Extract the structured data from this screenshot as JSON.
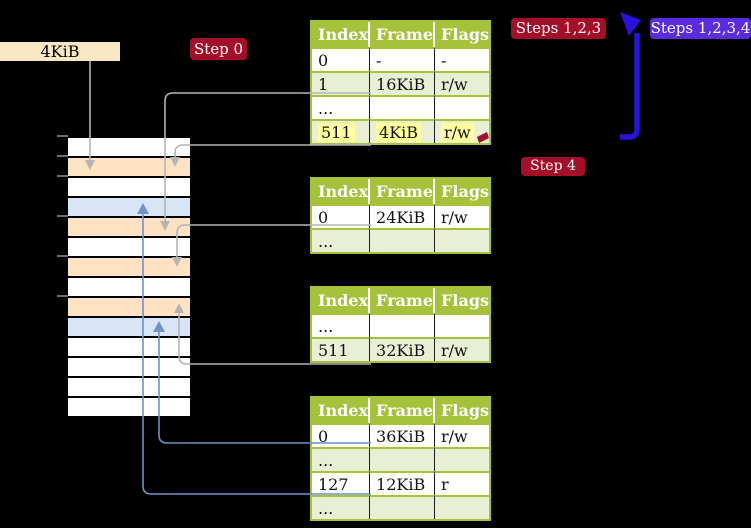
{
  "labels": {
    "page_size": "4KiB",
    "step0": "Step 0",
    "steps123": "Steps 1,2,3",
    "steps1234": "Steps 1,2,3,4",
    "step4": "Step 4"
  },
  "colors": {
    "badge_red": "#a30e28",
    "badge_violet": "#5b2be0",
    "arrow_blue": "#2a12dc",
    "connector_gray": "#b5b5b5",
    "connector_blue": "#6f92c7",
    "tick_gray": "#8a8a8a",
    "table_header_green": "#a6c13a",
    "table_row_green": "#e9efd5",
    "highlight_yellow": "#feff9d",
    "memory_frame_orange": "#fde2c4",
    "memory_frame_blue": "#d8e5f6",
    "label_wheat": "#f7e7c3"
  },
  "tables": [
    {
      "headers": [
        "Index",
        "Frame",
        "Flags"
      ],
      "rows": [
        {
          "cells": [
            "0",
            "-",
            "-"
          ]
        },
        {
          "cells": [
            "1",
            "16KiB",
            "r/w"
          ]
        },
        {
          "cells": [
            "...",
            "",
            ""
          ]
        },
        {
          "cells": [
            "511",
            "4KiB",
            "r/w"
          ],
          "highlight": true
        }
      ]
    },
    {
      "headers": [
        "Index",
        "Frame",
        "Flags"
      ],
      "rows": [
        {
          "cells": [
            "0",
            "24KiB",
            "r/w"
          ]
        },
        {
          "cells": [
            "...",
            "",
            ""
          ]
        }
      ]
    },
    {
      "headers": [
        "Index",
        "Frame",
        "Flags"
      ],
      "rows": [
        {
          "cells": [
            "...",
            "",
            ""
          ]
        },
        {
          "cells": [
            "511",
            "32KiB",
            "r/w"
          ]
        }
      ]
    },
    {
      "headers": [
        "Index",
        "Frame",
        "Flags"
      ],
      "rows": [
        {
          "cells": [
            "0",
            "36KiB",
            "r/w"
          ]
        },
        {
          "cells": [
            "...",
            "",
            ""
          ]
        },
        {
          "cells": [
            "127",
            "12KiB",
            "r"
          ]
        },
        {
          "cells": [
            "...",
            "",
            ""
          ]
        }
      ]
    }
  ],
  "memory": {
    "row_fills": [
      "white",
      "orange",
      "white",
      "blue",
      "orange",
      "white",
      "orange",
      "white",
      "orange",
      "blue",
      "white",
      "white",
      "white",
      "white"
    ]
  }
}
